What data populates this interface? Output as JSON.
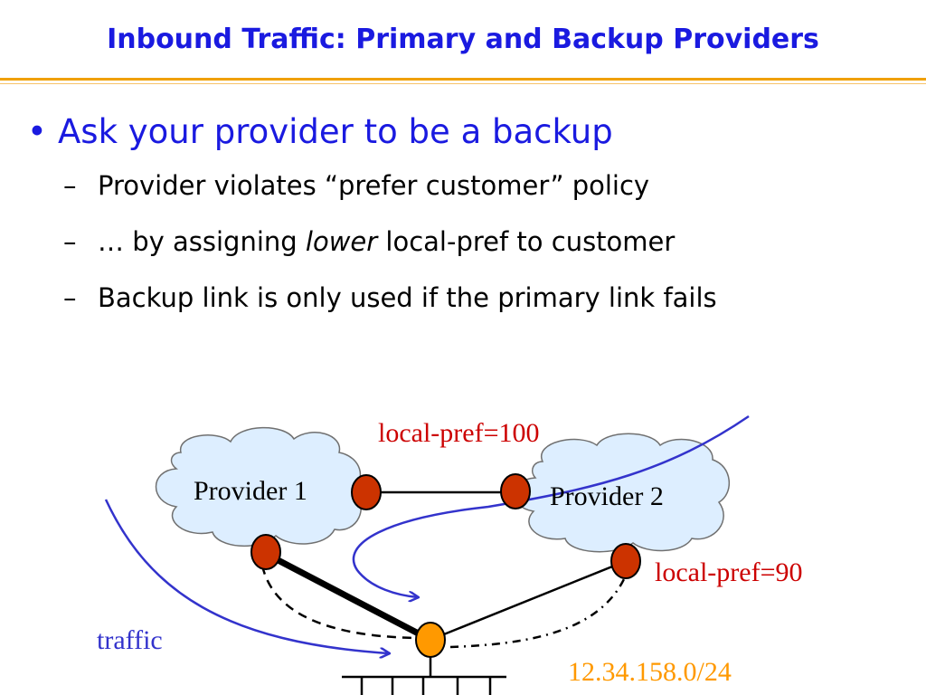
{
  "title": "Inbound Traffic: Primary and Backup Providers",
  "bullets": {
    "main": "Ask your provider to be a backup",
    "sub1": "Provider violates “prefer customer” policy",
    "sub2_pre": "… by assigning ",
    "sub2_em": "lower",
    "sub2_post": " local-pref to customer",
    "sub3": "Backup link is only used if the primary link fails"
  },
  "diagram": {
    "provider1_label": "Provider 1",
    "provider2_label": "Provider 2",
    "local_pref_100": "local-pref=100",
    "local_pref_90": "local-pref=90",
    "traffic_label": "traffic",
    "prefix_label": "12.34.158.0/24"
  },
  "colors": {
    "title": "#1a1ae0",
    "rule": "#f0a000",
    "router": "#cc3300",
    "customer_router": "#ff9900",
    "cloud": "#ddeeff",
    "arrow": "#3333cc",
    "annotation_red": "#cc0000",
    "prefix": "#ff9900"
  }
}
